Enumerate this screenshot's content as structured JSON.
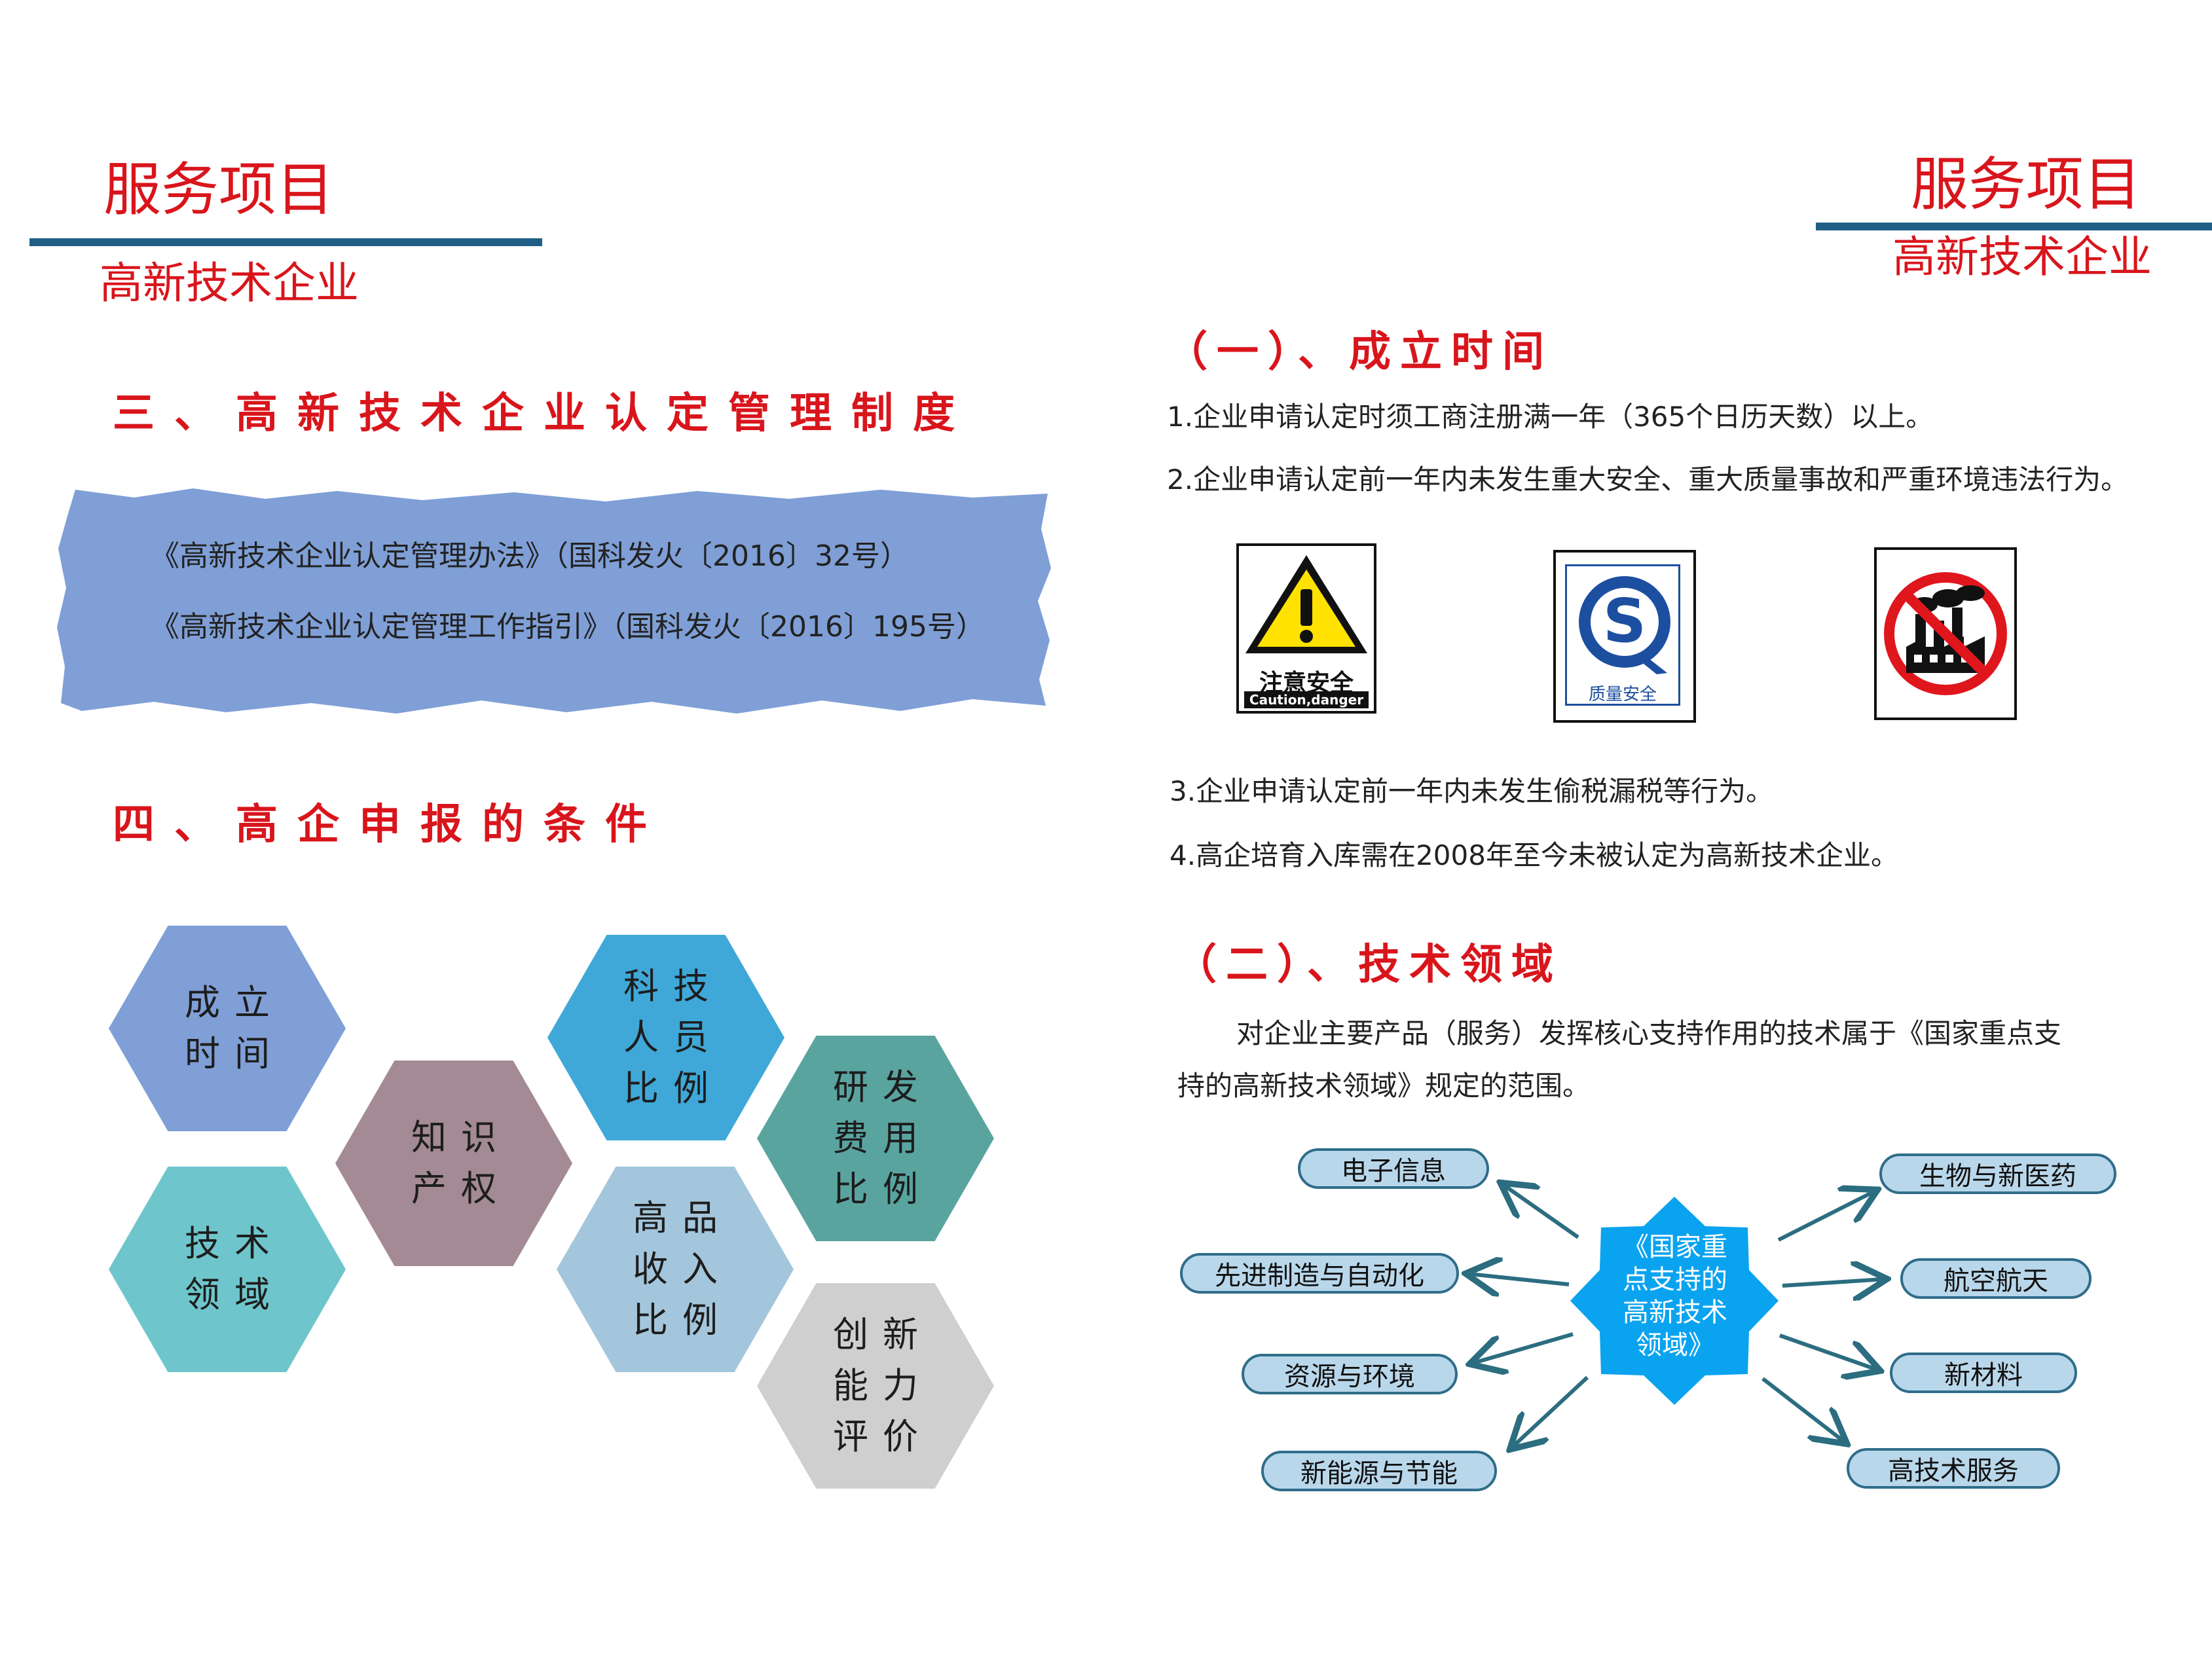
{
  "left": {
    "title": "服务项目",
    "subtitle": "高新技术企业",
    "section3_heading": "三、高新技术企业认定管理制度",
    "regulations": [
      "《高新技术企业认定管理办法》（国科发火〔2016〕32号）",
      "《高新技术企业认定管理工作指引》（国科发火〔2016〕195号）"
    ],
    "section4_heading": "四、高企申报的条件",
    "hexagons": [
      {
        "lines": [
          "成立",
          "时间"
        ],
        "color": "#7f9fd6"
      },
      {
        "lines": [
          "技术",
          "领域"
        ],
        "color": "#6ec6cc"
      },
      {
        "lines": [
          "知识",
          "产权"
        ],
        "color": "#a38a94"
      },
      {
        "lines": [
          "科技",
          "人员",
          "比例"
        ],
        "color": "#3fa8d8"
      },
      {
        "lines": [
          "高品",
          "收入",
          "比例"
        ],
        "color": "#a3c6dc"
      },
      {
        "lines": [
          "研发",
          "费用",
          "比例"
        ],
        "color": "#5aa4a0"
      },
      {
        "lines": [
          "创新",
          "能力",
          "评价"
        ],
        "color": "#cfcfcf"
      }
    ]
  },
  "right": {
    "title": "服务项目",
    "subtitle": "高新技术企业",
    "sec1_heading": "（一）、成立时间",
    "items": [
      "1.企业申请认定时须工商注册满一年（365个日历天数）以上。",
      "2.企业申请认定前一年内未发生重大安全、重大质量事故和严重环境违法行为。",
      "3.企业申请认定前一年内未发生偷税漏税等行为。",
      "4.高企培育入库需在2008年至今未被认定为高新技术企业。"
    ],
    "signs": {
      "caution_cn": "注意安全",
      "caution_en": "Caution,danger",
      "quality_cn": "质量安全",
      "caution_icon": "warning-triangle-icon",
      "quality_icon": "qs-quality-icon",
      "pollution_icon": "no-pollution-factory-icon"
    },
    "sec2_heading": "（二）、技术领域",
    "sec2_para_lines": [
      "对企业主要产品（服务）发挥核心支持作用的技术属于《国家重点支",
      "持的高新技术领域》规定的范围。"
    ],
    "diagram": {
      "center_lines": [
        "《国家重",
        "点支持的",
        "高新技术",
        "领域》"
      ],
      "left_fields": [
        "电子信息",
        "先进制造与自动化",
        "资源与环境",
        "新能源与节能"
      ],
      "right_fields": [
        "生物与新医药",
        "航空航天",
        "新材料",
        "高技术服务"
      ]
    }
  },
  "colors": {
    "accent_red": "#d9151c",
    "rule_blue": "#1f5f86",
    "brush_blue": "#7f9fd6",
    "diagram_blue": "#0aa3ef"
  }
}
